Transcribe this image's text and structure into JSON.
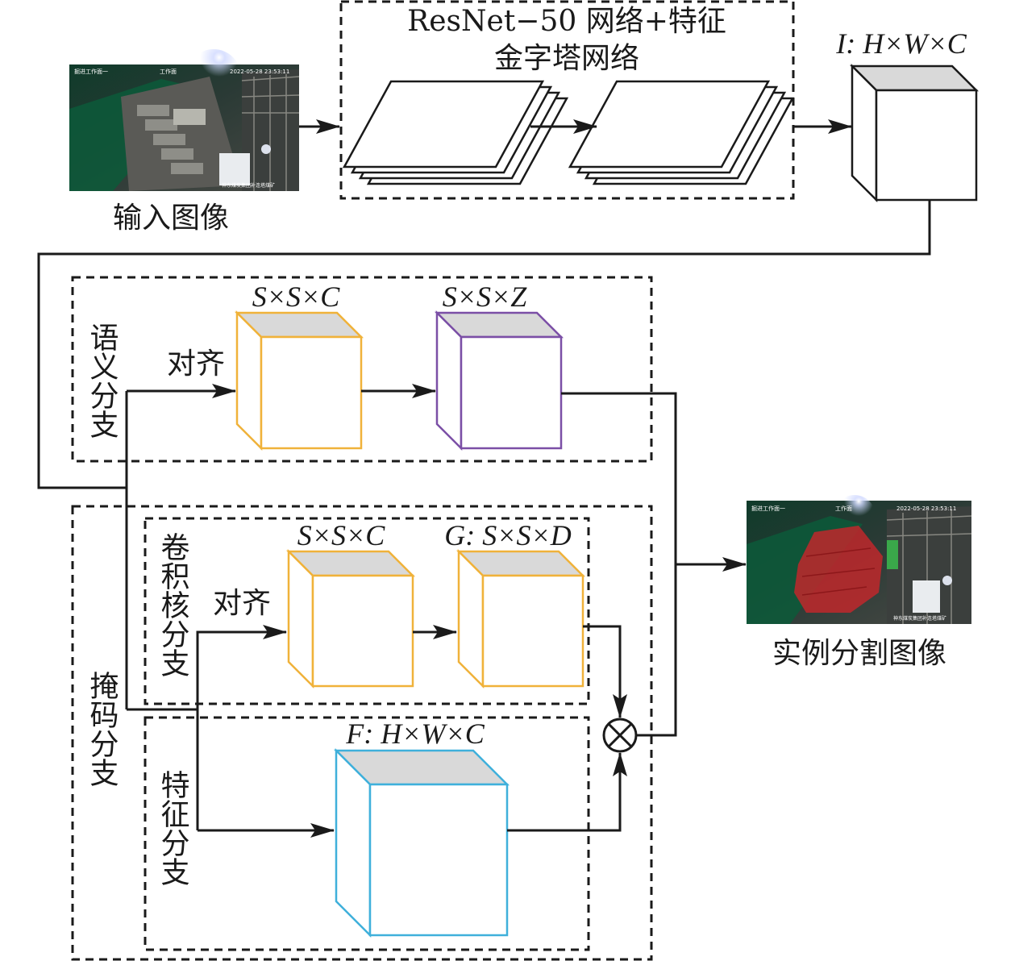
{
  "backbone": {
    "title_line1": "ResNet−50 网络+特征",
    "title_line2": "金字塔网络"
  },
  "input": {
    "label": "输入图像",
    "overlay_left": "掘进工作面一",
    "overlay_mid": "工作面",
    "timestamp": "2022-05-28 23:53:11",
    "watermark": "神东煤炭集团补连塔煤矿"
  },
  "feature_tensor": {
    "label": "I: H×W×C"
  },
  "semantic": {
    "branch_label": "语义分支",
    "align_label": "对齐",
    "cube1_label": "S×S×C",
    "cube2_label": "S×S×Z"
  },
  "mask": {
    "branch_label": "掩码分支",
    "kernel": {
      "branch_label": "卷积核分支",
      "align_label": "对齐",
      "cube1_label": "S×S×C",
      "cube2_label": "G: S×S×D"
    },
    "feature": {
      "branch_label": "特征分支",
      "cube_label": "F: H×W×C"
    }
  },
  "output": {
    "label": "实例分割图像",
    "operator": "⊗",
    "overlay_left": "掘进工作面一",
    "overlay_mid": "工作面",
    "timestamp": "2022-05-28 23:53:11",
    "watermark": "神东煤炭集团补连塔煤矿"
  },
  "colors": {
    "line": "#1a1a1a",
    "cube_top": "#d9d9d9",
    "orange": "#f0b23a",
    "purple": "#7b4fa6",
    "cyan": "#3fb0db",
    "mask_red": "#c0282b",
    "mask_green": "#3aa84a"
  }
}
